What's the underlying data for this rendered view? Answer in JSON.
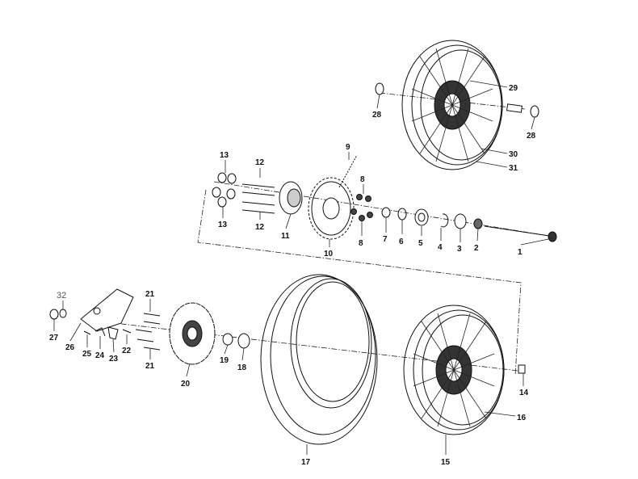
{
  "callouts": [
    {
      "n": "1"
    },
    {
      "n": "2"
    },
    {
      "n": "3"
    },
    {
      "n": "4"
    },
    {
      "n": "5"
    },
    {
      "n": "6"
    },
    {
      "n": "7"
    },
    {
      "n": "8"
    },
    {
      "n": "8"
    },
    {
      "n": "9"
    },
    {
      "n": "10"
    },
    {
      "n": "11"
    },
    {
      "n": "12"
    },
    {
      "n": "12"
    },
    {
      "n": "13"
    },
    {
      "n": "13"
    },
    {
      "n": "14"
    },
    {
      "n": "15"
    },
    {
      "n": "16"
    },
    {
      "n": "17"
    },
    {
      "n": "18"
    },
    {
      "n": "19"
    },
    {
      "n": "20"
    },
    {
      "n": "21"
    },
    {
      "n": "21"
    },
    {
      "n": "22"
    },
    {
      "n": "23"
    },
    {
      "n": "24"
    },
    {
      "n": "25"
    },
    {
      "n": "26"
    },
    {
      "n": "27"
    },
    {
      "n": "28"
    },
    {
      "n": "28"
    },
    {
      "n": "29"
    },
    {
      "n": "30"
    },
    {
      "n": "31"
    },
    {
      "n": "32"
    }
  ],
  "colors": {
    "line": "#222222",
    "part": "#111111",
    "background": "#ffffff",
    "label_gray": "#555555"
  }
}
